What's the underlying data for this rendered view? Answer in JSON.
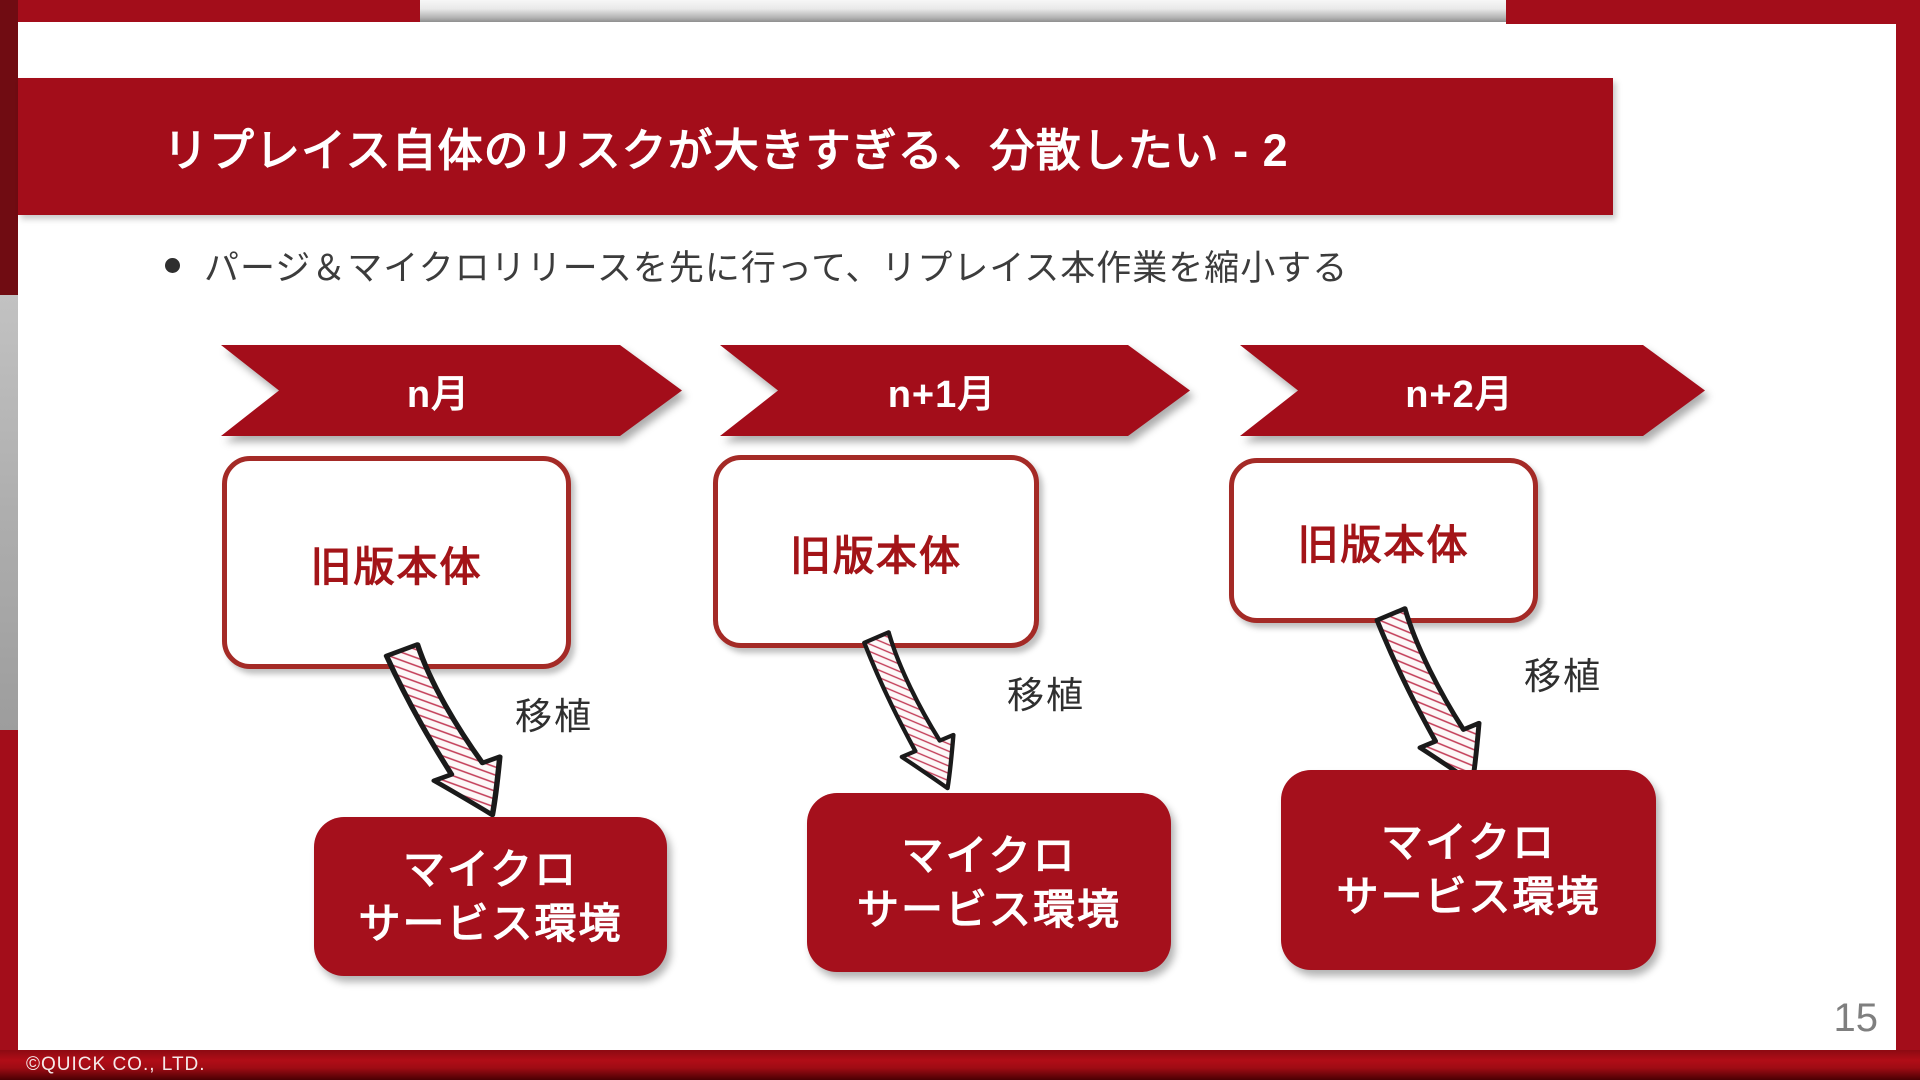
{
  "slide": {
    "title": "リプレイス自体のリスクが大きすぎる、分散したい - 2",
    "bullet": "パージ＆マイクロリリースを先に行って、リプレイス本作業を縮小する",
    "page_number": "15",
    "footer": "©QUICK CO., LTD."
  },
  "diagram": {
    "columns": [
      {
        "month": "n月",
        "source_box": "旧版本体",
        "arrow_label": "移植",
        "target_box_line1": "マイクロ",
        "target_box_line2": "サービス環境"
      },
      {
        "month": "n+1月",
        "source_box": "旧版本体",
        "arrow_label": "移植",
        "target_box_line1": "マイクロ",
        "target_box_line2": "サービス環境"
      },
      {
        "month": "n+2月",
        "source_box": "旧版本体",
        "arrow_label": "移植",
        "target_box_line1": "マイクロ",
        "target_box_line2": "サービス環境"
      }
    ],
    "arrow_icon": "hand-drawn-transfer-arrow"
  },
  "colors": {
    "brand_red": "#a30d1a",
    "maroon": "#700c12",
    "box_border_red": "#a42a26",
    "source_text_red": "#a31418",
    "target_box_red": "#a5101c",
    "hatch_pink": "#c23a55",
    "page_number_gray": "#7f7f7f",
    "body_text": "#3c3c3c"
  }
}
